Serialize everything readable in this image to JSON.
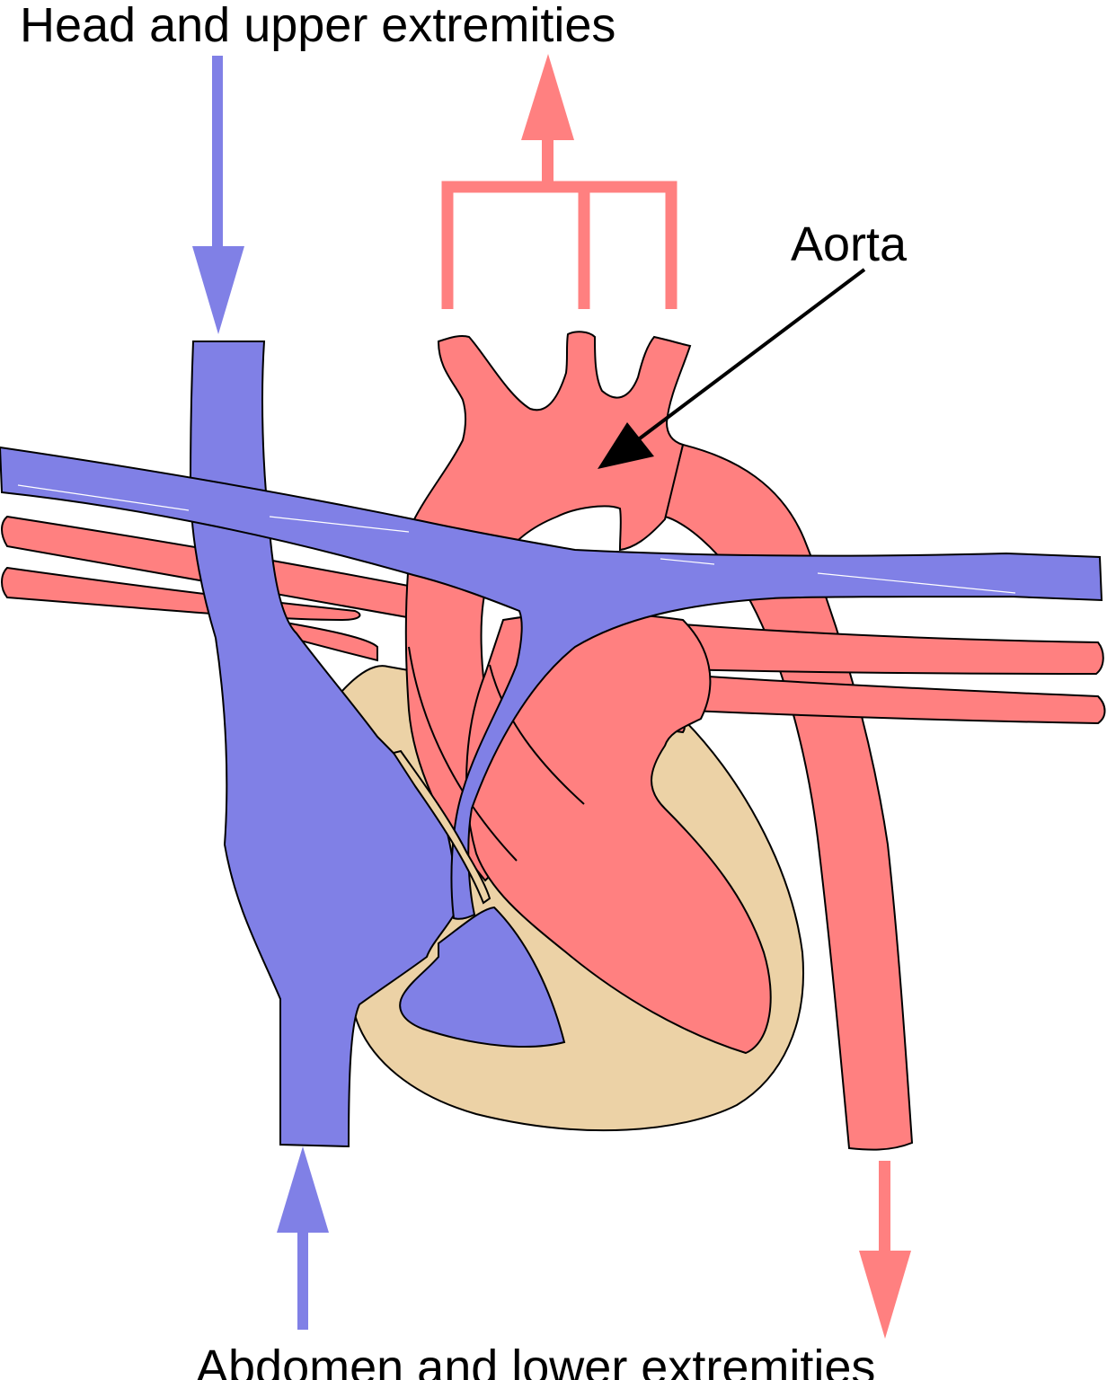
{
  "labels": {
    "top": "Head and upper extremities",
    "aorta": "Aorta",
    "bottom": "Abdomen and lower extremities"
  },
  "colors": {
    "venous": "#8080e6",
    "arterial": "#ff8080",
    "tissue": "#ecd2a6",
    "outline": "#000000"
  }
}
